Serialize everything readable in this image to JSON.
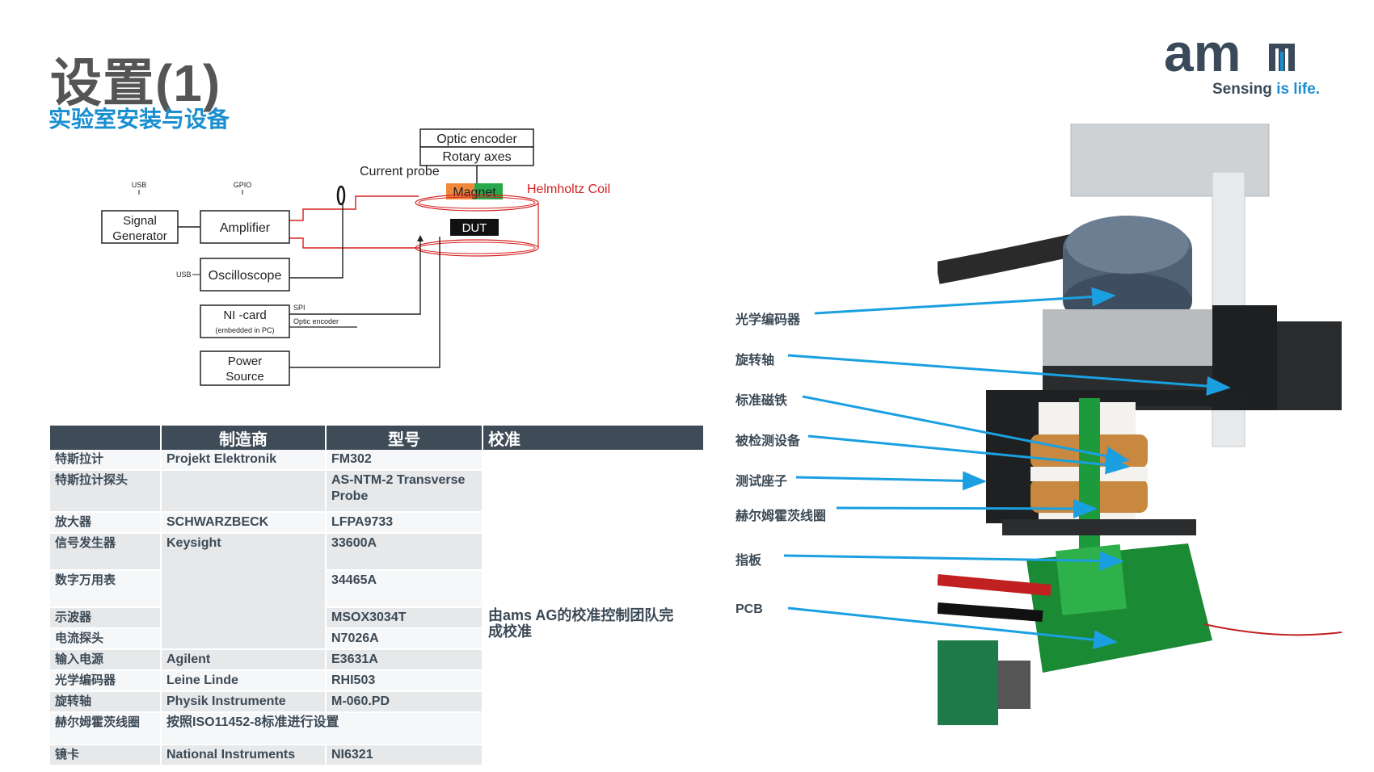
{
  "header": {
    "title": "设置(1)",
    "subtitle": "实验室安装与设备"
  },
  "logo": {
    "brand": "am",
    "tagline_plain": "Sensing ",
    "tagline_accent": "is life."
  },
  "diagram": {
    "blocks": {
      "optic_encoder": "Optic encoder",
      "rotary_axes": "Rotary axes",
      "magnet": "Magnet",
      "dut": "DUT",
      "signal_generator_1": "Signal",
      "signal_generator_2": "Generator",
      "amplifier": "Amplifier",
      "oscilloscope": "Oscilloscope",
      "ni_card": "NI -card",
      "ni_card_sub": "(embedded  in PC)",
      "power_1": "Power",
      "power_2": "Source"
    },
    "labels": {
      "current_probe": "Current probe",
      "helmholtz_coil": "Helmholtz Coil",
      "usb_top": "USB",
      "gpio": "GPIO",
      "usb_left": "USB",
      "spi": "SPI",
      "optic_encoder_line": "Optic encoder"
    }
  },
  "table": {
    "headers": [
      "",
      "制造商",
      "型号",
      "校准"
    ],
    "calibration_note": "由ams AG的校准控制团队完成校准",
    "rows": [
      {
        "item": "特斯拉计",
        "maker": "Projekt Elektronik",
        "model": "FM302"
      },
      {
        "item": "特斯拉计探头",
        "maker": "",
        "model": "AS-NTM-2 Transverse Probe"
      },
      {
        "item": "放大器",
        "maker": "SCHWARZBECK",
        "model": "LFPA9733"
      },
      {
        "item": "信号发生器",
        "maker": "Keysight",
        "model": "33600A"
      },
      {
        "item": "数字万用表",
        "maker": "",
        "model": "34465A"
      },
      {
        "item": "示波器",
        "maker": "",
        "model": "MSOX3034T"
      },
      {
        "item": "电流探头",
        "maker": "",
        "model": "N7026A"
      },
      {
        "item": "输入电源",
        "maker": "Agilent",
        "model": "E3631A"
      },
      {
        "item": "光学编码器",
        "maker": "Leine Linde",
        "model": "RHI503"
      },
      {
        "item": "旋转轴",
        "maker": "Physik Instrumente",
        "model": "M-060.PD"
      },
      {
        "item": "赫尔姆霍茨线圈",
        "maker": "按照ISO11452-8标准进行设置",
        "model": ""
      },
      {
        "item": "镜卡",
        "maker": "National Instruments",
        "model": "NI6321"
      }
    ]
  },
  "photo_labels": [
    "光学编码器",
    "旋转轴",
    "标准磁铁",
    "被检测设备",
    "测试座子",
    "赫尔姆霍茨线圈",
    "指板",
    "PCB"
  ],
  "colors": {
    "accent": "#1a8fd0",
    "table_header": "#3f4c57",
    "coil_red": "#d42020",
    "magnet_orange": "#f0883a",
    "magnet_green": "#27a84a"
  }
}
